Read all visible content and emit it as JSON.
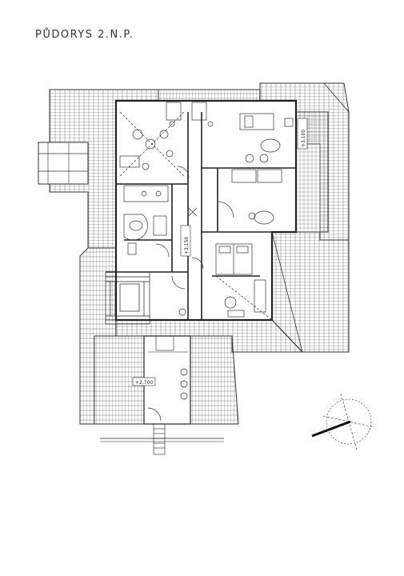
{
  "title": "PŮDORYS 2.N.P.",
  "level_labels": {
    "top_right": "+3,100",
    "middle": "+3,150",
    "entrance": "+2,700"
  },
  "colors": {
    "line": "#333333",
    "paper": "#ffffff",
    "arrow": "#111111"
  },
  "north_symbol": "compass-rose-icon"
}
